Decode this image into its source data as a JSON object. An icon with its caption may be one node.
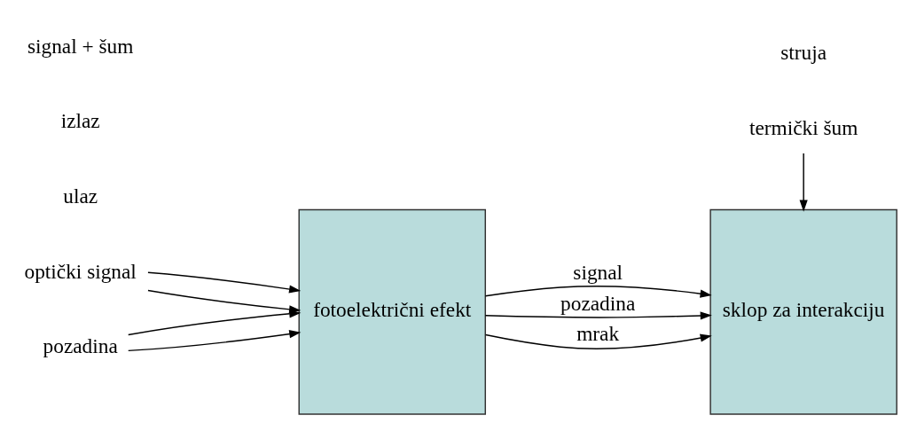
{
  "diagram": {
    "nodes": [
      {
        "text": [
          "fotoelektrični efekt"
        ]
      },
      {
        "text": [
          "sklop za interakciju"
        ]
      },
      {
        "text": [
          "optički signal"
        ]
      },
      {
        "text": [
          "pozadina"
        ]
      },
      {
        "text": [
          "termički šum"
        ]
      }
    ],
    "edges": [
      {
        "from": 2,
        "to": 0,
        "arrow": "to"
      },
      {
        "from": 2,
        "to": 0,
        "arrow": "to"
      },
      {
        "from": 3,
        "to": 0,
        "arrow": "to"
      },
      {
        "from": 3,
        "to": 0,
        "arrow": "to"
      },
      {
        "from": 0,
        "to": 1,
        "label": "signal",
        "arrow": "to"
      },
      {
        "from": 0,
        "to": 1,
        "label": "pozadina",
        "arrow": "to"
      },
      {
        "from": 0,
        "to": 1,
        "label": "mrak",
        "arrow": "to"
      },
      {
        "from": 4,
        "to": 1,
        "arrow": "to"
      }
    ],
    "labels": [
      "ulaz",
      "struja",
      "izlaz",
      "signal + šum"
    ]
  }
}
